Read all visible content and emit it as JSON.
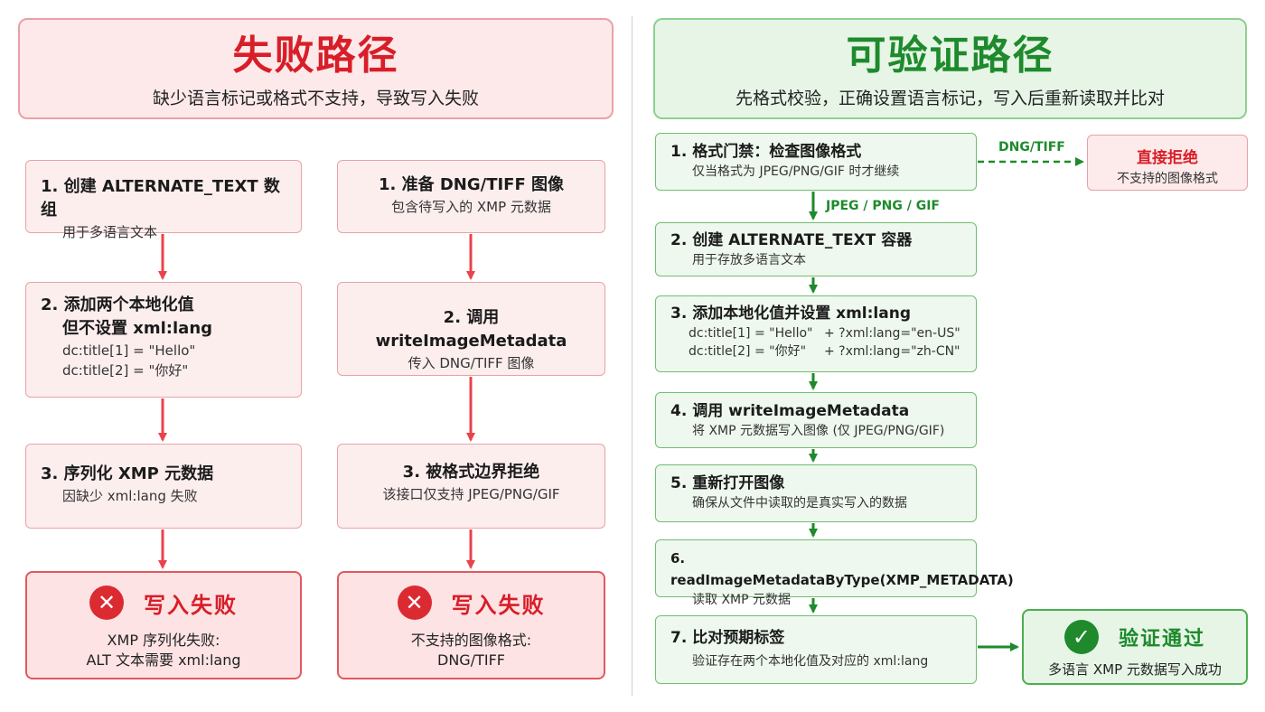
{
  "left": {
    "title": "失败路径",
    "subtitle": "缺少语言标记或格式不支持，导致写入失败",
    "col1": {
      "steps": [
        {
          "title": "1. 创建 ALTERNATE_TEXT 数组",
          "lines": [
            "用于多语言文本"
          ]
        },
        {
          "title": "2. 添加两个本地化值",
          "title2": "但不设置 xml:lang",
          "lines": [
            "dc:title[1] = \"Hello\"",
            "dc:title[2] = \"你好\""
          ]
        },
        {
          "title": "3. 序列化 XMP 元数据",
          "lines": [
            "因缺少 xml:lang 失败"
          ]
        }
      ],
      "result": {
        "title": "写入失败",
        "lines": [
          "XMP 序列化失败:",
          "ALT 文本需要 xml:lang"
        ]
      }
    },
    "col2": {
      "steps": [
        {
          "title": "1. 准备 DNG/TIFF 图像",
          "lines": [
            "包含待写入的 XMP 元数据"
          ]
        },
        {
          "title": "2. 调用 writeImageMetadata",
          "lines": [
            "传入 DNG/TIFF 图像"
          ]
        },
        {
          "title": "3. 被格式边界拒绝",
          "lines": [
            "该接口仅支持 JPEG/PNG/GIF"
          ]
        }
      ],
      "result": {
        "title": "写入失败",
        "lines": [
          "不支持的图像格式:",
          "DNG/TIFF"
        ]
      }
    }
  },
  "right": {
    "title": "可验证路径",
    "subtitle": "先格式校验，正确设置语言标记，写入后重新读取并比对",
    "steps": [
      {
        "title": "1. 格式门禁：检查图像格式",
        "lines": [
          "仅当格式为 JPEG/PNG/GIF 时才继续"
        ]
      },
      {
        "title": "2. 创建 ALTERNATE_TEXT 容器",
        "lines": [
          "用于存放多语言文本"
        ]
      },
      {
        "title": "3. 添加本地化值并设置 xml:lang",
        "pairs": [
          [
            "dc:title[1] = \"Hello\"",
            "+   ?xml:lang=\"en-US\""
          ],
          [
            "dc:title[2] = \"你好\"",
            "+   ?xml:lang=\"zh-CN\""
          ]
        ]
      },
      {
        "title": "4. 调用 writeImageMetadata",
        "lines": [
          "将 XMP 元数据写入图像 (仅 JPEG/PNG/GIF)"
        ]
      },
      {
        "title": "5. 重新打开图像",
        "lines": [
          "确保从文件中读取的是真实写入的数据"
        ]
      },
      {
        "title": "6. readImageMetadataByType(XMP_METADATA)",
        "lines": [
          "读取 XMP 元数据"
        ]
      },
      {
        "title": "7. 比对预期标签",
        "lines": [
          "验证存在两个本地化值及对应的 xml:lang"
        ]
      }
    ],
    "reject": {
      "edge_label": "DNG/TIFF",
      "title": "直接拒绝",
      "line": "不支持的图像格式"
    },
    "pass_label": "JPEG / PNG / GIF",
    "result": {
      "title": "验证通过",
      "line": "多语言 XMP 元数据写入成功"
    }
  },
  "colors": {
    "fail": "#d81e28",
    "pass": "#1e8a2c",
    "fail_arrow": "#e8434b",
    "pass_arrow": "#1e8a2c"
  }
}
